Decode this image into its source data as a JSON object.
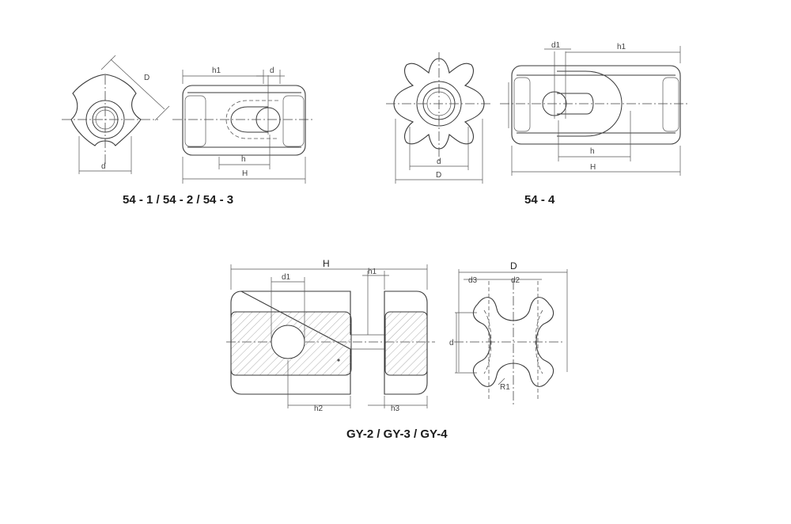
{
  "captions": {
    "group1": "54 - 1 / 54 - 2 / 54 - 3",
    "group2": "54 - 4",
    "group3": "GY-2 / GY-3 / GY-4"
  },
  "dims": {
    "g1_D": "D",
    "g1_d_front": "d",
    "g1_h1": "h1",
    "g1_d_side": "d",
    "g1_h": "h",
    "g1_H": "H",
    "g2_d1": "d1",
    "g2_h1": "h1",
    "g2_d": "d",
    "g2_D": "D",
    "g2_h": "h",
    "g2_H": "H",
    "g3_H": "H",
    "g3_d1": "d1",
    "g3_h1": "h1",
    "g3_h2": "h2",
    "g3_h3": "h3",
    "g3_D": "D",
    "g3_d3": "d3",
    "g3_d2": "d2",
    "g3_d": "d",
    "g3_R1": "R1"
  }
}
